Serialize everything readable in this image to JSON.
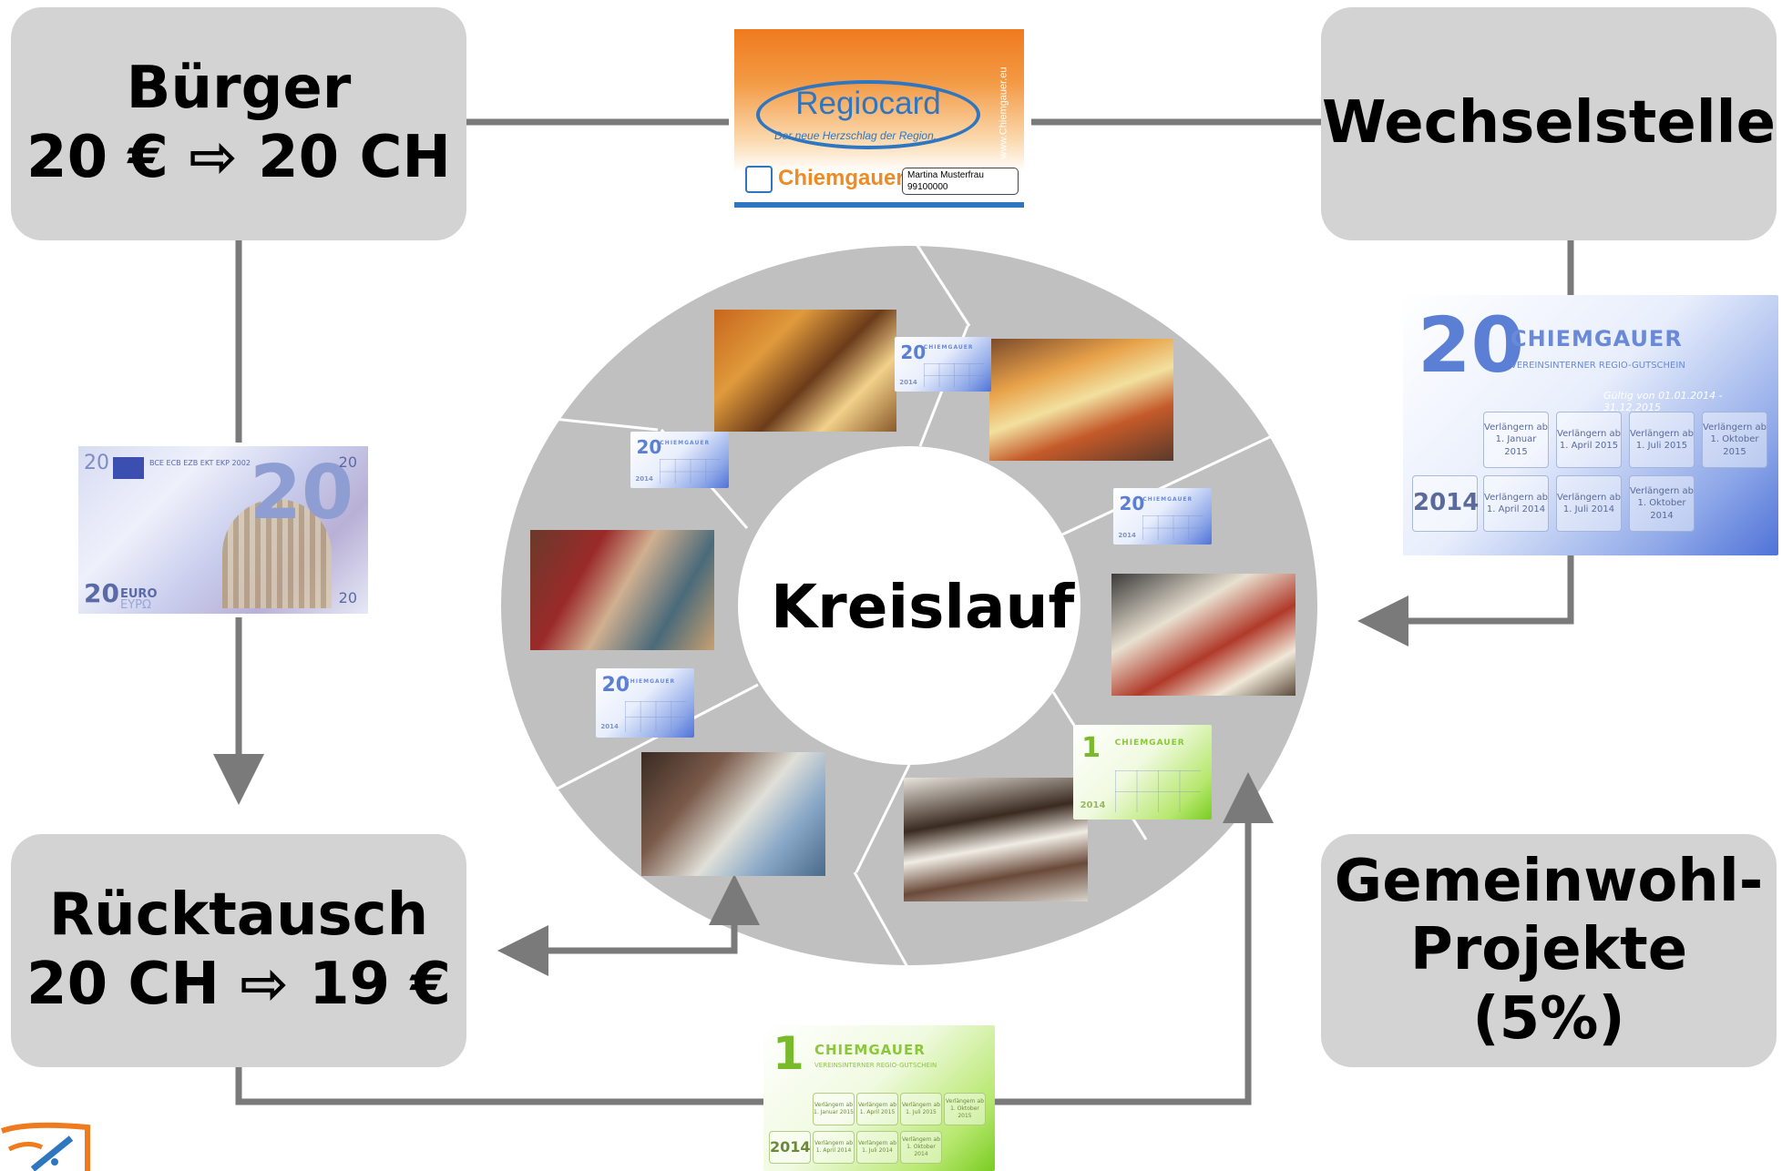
{
  "boxes": {
    "buerger": {
      "line1": "Bürger",
      "line2": "20 € ⇨ 20 CH"
    },
    "wechselstelle": {
      "line1": "Wechselstelle"
    },
    "ruecktausch": {
      "line1": "Rücktausch",
      "line2": "20 CH ⇨ 19 €"
    },
    "gemeinwohl": {
      "line1": "Gemeinwohl-",
      "line2": "Projekte",
      "line3": "(5%)"
    }
  },
  "center_label": "Kreislauf",
  "regiocard": {
    "title": "Regiocard",
    "tagline": "Der neue Herzschlag der Region.",
    "brand": "Chiemgauer",
    "holder_name": "Martina Musterfrau",
    "holder_number": "99100000",
    "side_url": "www.Chiemgauer.eu"
  },
  "euro_note": {
    "value": "20",
    "currency_word": "EURO",
    "currency_word_alt": "EYPΩ",
    "bank_codes": "BCE ECB EZB EKT EKP 2002"
  },
  "voucher_big_blue": {
    "value": "20",
    "brand": "CHIEMGAUER",
    "subtitle": "VEREINSINTERNER REGIO-GUTSCHEIN",
    "validity": "Gültig von 01.01.2014 - 31.12.2015",
    "year": "2014",
    "cells_top": [
      "Verlängern ab 1. Januar 2015",
      "Verlängern ab 1. April 2015",
      "Verlängern ab 1. Juli 2015",
      "Verlängern ab 1. Oktober 2015"
    ],
    "cells_bottom": [
      "Verlängern ab 1. April 2014",
      "Verlängern ab 1. Juli 2014",
      "Verlängern ab 1. Oktober 2014"
    ]
  },
  "voucher_big_green": {
    "value": "1",
    "brand": "CHIEMGAUER",
    "subtitle": "VEREINSINTERNER REGIO-GUTSCHEIN",
    "year": "2014",
    "cells_top": [
      "Verlängern ab 1. Januar 2015",
      "Verlängern ab 1. April 2015",
      "Verlängern ab 1. Juli 2015",
      "Verlängern ab 1. Oktober 2015"
    ],
    "cells_bottom": [
      "Verlängern ab 1. April 2014",
      "Verlängern ab 1. Juli 2014",
      "Verlängern ab 1. Oktober 2014"
    ]
  },
  "small_notes": {
    "blue_value": "20",
    "green_value": "1",
    "brand": "CHIEMGAUER",
    "year": "2014"
  },
  "colors": {
    "box_fill": "#d3d3d3",
    "connector": "#7a7a7a",
    "ring": "#c0c0c0",
    "card_orange": "#f07a1e",
    "card_blue": "#2f76c0"
  }
}
